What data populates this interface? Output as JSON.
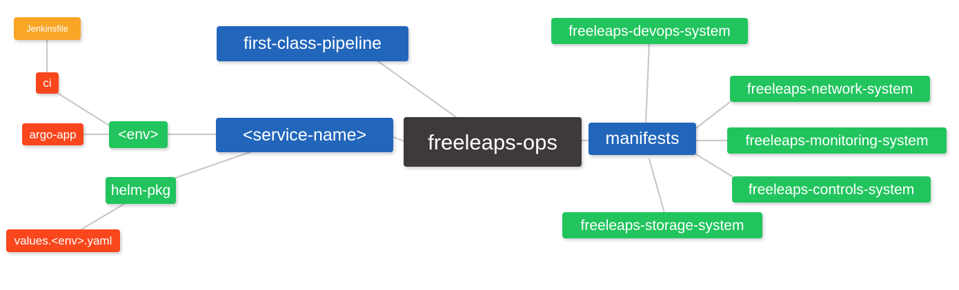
{
  "diagram": {
    "type": "mindmap",
    "title": "freeleaps-ops",
    "background": "#ffffff",
    "edge_color": "#c9c9c9",
    "palette": {
      "root": "#3E3A39",
      "blue": "#2266BB",
      "green": "#21C45D",
      "red": "#F9461C",
      "orange": "#F9A526",
      "text": "#ffffff"
    }
  },
  "nodes": {
    "root": {
      "label": "freeleaps-ops",
      "color": "#3E3A39"
    },
    "first_class_pipeline": {
      "label": "first-class-pipeline",
      "color": "#2266BB"
    },
    "service_name": {
      "label": "<service-name>",
      "color": "#2266BB"
    },
    "manifests": {
      "label": "manifests",
      "color": "#2266BB"
    },
    "env": {
      "label": "<env>",
      "color": "#21C45D"
    },
    "helm_pkg": {
      "label": "helm-pkg",
      "color": "#21C45D"
    },
    "ci": {
      "label": "ci",
      "color": "#F9461C"
    },
    "argo_app": {
      "label": "argo-app",
      "color": "#F9461C"
    },
    "values_yaml": {
      "label": "values.<env>.yaml",
      "color": "#F9461C"
    },
    "jenkinsfile": {
      "label": "Jenkinsfile",
      "color": "#F9A526"
    },
    "devops_system": {
      "label": "freeleaps-devops-system",
      "color": "#21C45D"
    },
    "network_system": {
      "label": "freeleaps-network-system",
      "color": "#21C45D"
    },
    "monitoring_system": {
      "label": "freeleaps-monitoring-system",
      "color": "#21C45D"
    },
    "controls_system": {
      "label": "freeleaps-controls-system",
      "color": "#21C45D"
    },
    "storage_system": {
      "label": "freeleaps-storage-system",
      "color": "#21C45D"
    }
  },
  "edges": [
    {
      "from": "root",
      "to": "first_class_pipeline"
    },
    {
      "from": "root",
      "to": "service_name"
    },
    {
      "from": "root",
      "to": "manifests"
    },
    {
      "from": "service_name",
      "to": "env"
    },
    {
      "from": "service_name",
      "to": "helm_pkg"
    },
    {
      "from": "env",
      "to": "ci"
    },
    {
      "from": "env",
      "to": "argo_app"
    },
    {
      "from": "ci",
      "to": "jenkinsfile"
    },
    {
      "from": "helm_pkg",
      "to": "values_yaml"
    },
    {
      "from": "manifests",
      "to": "devops_system"
    },
    {
      "from": "manifests",
      "to": "network_system"
    },
    {
      "from": "manifests",
      "to": "monitoring_system"
    },
    {
      "from": "manifests",
      "to": "controls_system"
    },
    {
      "from": "manifests",
      "to": "storage_system"
    }
  ]
}
